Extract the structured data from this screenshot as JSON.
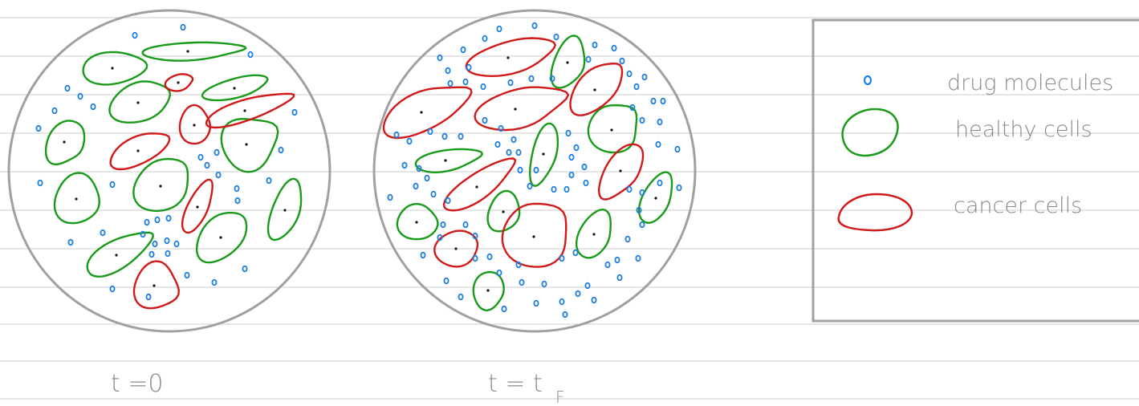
{
  "colors": {
    "ruled_line": "#d8d8d8",
    "petri_outline": "#a0a0a0",
    "drug": "#1e7fe0",
    "healthy": "#1a9a1a",
    "cancer": "#d01a1a",
    "nucleus": "#111111",
    "handwriting": "#8a8a8a"
  },
  "dishes": [
    {
      "id": "t0",
      "label": "t =0"
    },
    {
      "id": "tf",
      "label": "t = t_F",
      "label_main": "t = t",
      "label_sub": "F"
    }
  ],
  "legend": {
    "items": [
      {
        "icon": "drug-molecule-icon",
        "label": "drug molecules"
      },
      {
        "icon": "healthy-cell-icon",
        "label": "healthy cells"
      },
      {
        "icon": "cancer-cell-icon",
        "label": "cancer cells"
      }
    ]
  }
}
